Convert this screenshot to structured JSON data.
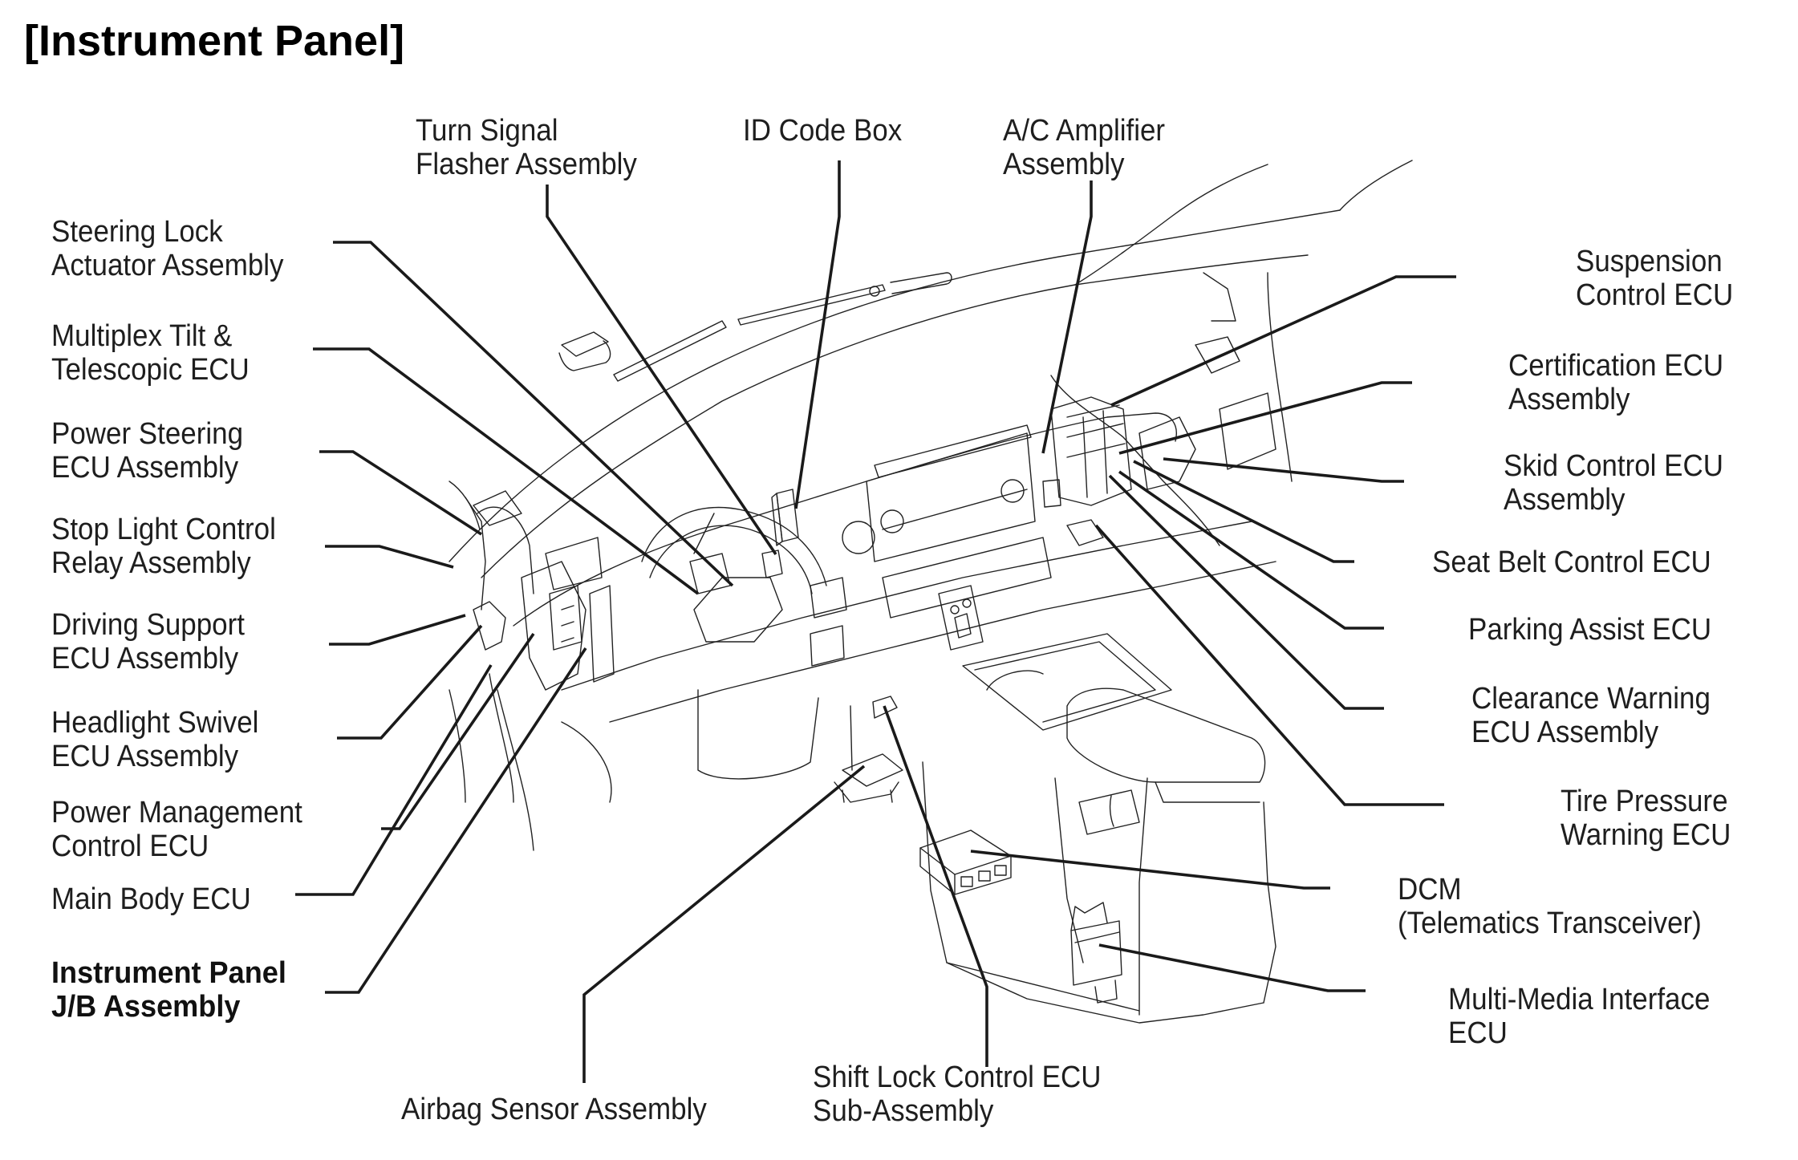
{
  "title": "[Instrument Panel]",
  "labels": {
    "turn_signal": {
      "line1": "Turn Signal",
      "line2": "Flasher Assembly"
    },
    "id_code_box": {
      "line1": "ID Code Box"
    },
    "ac_amplifier": {
      "line1": "A/C Amplifier",
      "line2": "Assembly"
    },
    "steering_lock": {
      "line1": "Steering Lock",
      "line2": "Actuator Assembly"
    },
    "multiplex_tilt": {
      "line1": "Multiplex Tilt &",
      "line2": "Telescopic ECU"
    },
    "power_steering": {
      "line1": "Power Steering",
      "line2": "ECU Assembly"
    },
    "stop_light": {
      "line1": "Stop Light Control",
      "line2": "Relay Assembly"
    },
    "driving_support": {
      "line1": "Driving Support",
      "line2": "ECU Assembly"
    },
    "headlight_swivel": {
      "line1": "Headlight Swivel",
      "line2": "ECU Assembly"
    },
    "power_management": {
      "line1": "Power Management",
      "line2": "Control ECU"
    },
    "main_body": {
      "line1": "Main Body ECU"
    },
    "instrument_panel_jb": {
      "line1": "Instrument Panel",
      "line2": "J/B Assembly"
    },
    "airbag_sensor": {
      "line1": "Airbag Sensor Assembly"
    },
    "shift_lock": {
      "line1": "Shift Lock Control ECU",
      "line2": "Sub-Assembly"
    },
    "suspension_control": {
      "line1": "Suspension",
      "line2": "Control ECU"
    },
    "certification": {
      "line1": "Certification ECU",
      "line2": "Assembly"
    },
    "skid_control": {
      "line1": "Skid Control ECU",
      "line2": "Assembly"
    },
    "seat_belt": {
      "line1": "Seat Belt Control ECU"
    },
    "parking_assist": {
      "line1": "Parking Assist ECU"
    },
    "clearance_warning": {
      "line1": "Clearance Warning",
      "line2": "ECU Assembly"
    },
    "tire_pressure": {
      "line1": "Tire Pressure",
      "line2": "Warning ECU"
    },
    "dcm": {
      "line1": "DCM",
      "line2": "(Telematics Transceiver)"
    },
    "multi_media": {
      "line1": "Multi-Media Interface",
      "line2": "ECU"
    }
  }
}
